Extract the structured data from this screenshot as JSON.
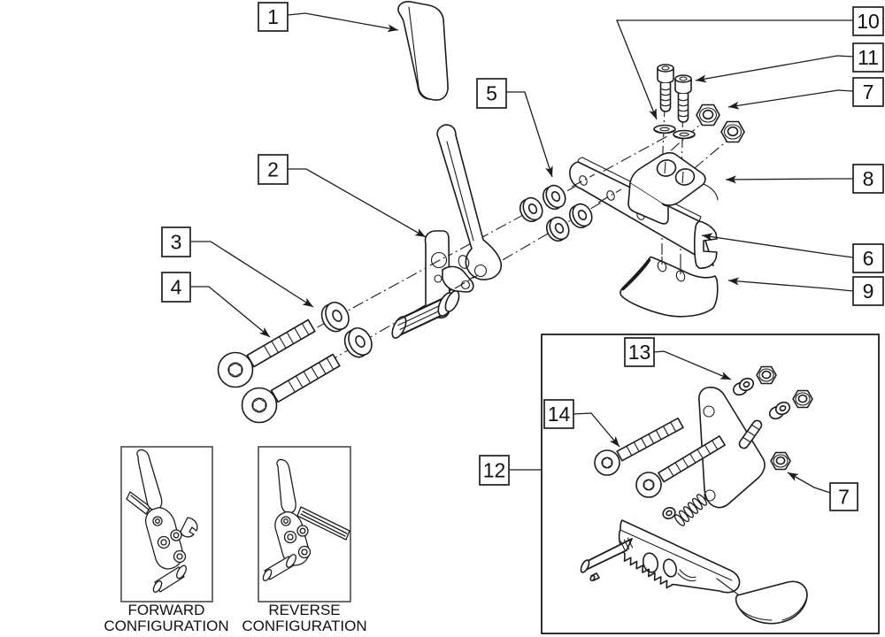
{
  "figure": {
    "background": "#ffffff",
    "line_color": "#1c1c1c",
    "callouts": {
      "c1": "1",
      "c2": "2",
      "c3": "3",
      "c4": "4",
      "c5": "5",
      "c6": "6",
      "c7": "7",
      "c8": "8",
      "c9": "9",
      "c10": "10",
      "c11": "11",
      "c12": "12",
      "c13": "13",
      "c14": "14",
      "c7b": "7"
    },
    "insets": {
      "forward": {
        "line1": "FORWARD",
        "line2": "CONFIGURATION"
      },
      "reverse": {
        "line1": "REVERSE",
        "line2": "CONFIGURATION"
      }
    }
  }
}
